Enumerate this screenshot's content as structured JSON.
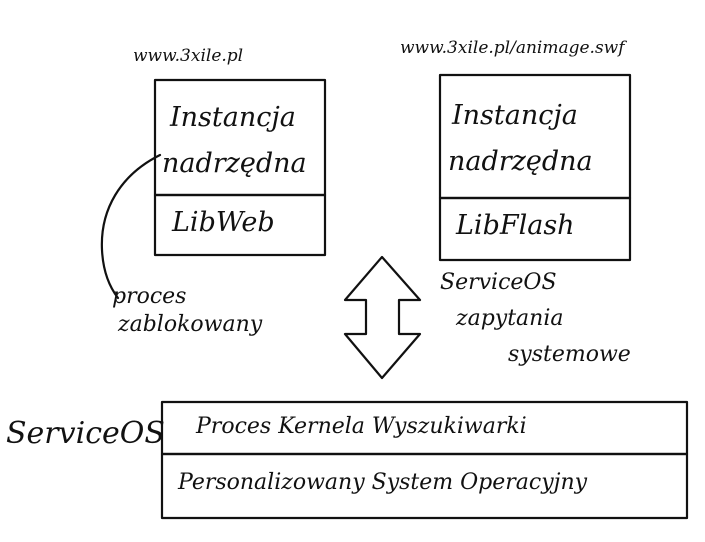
{
  "left_stack": {
    "url": "www.3xile.pl",
    "top_line1": "Instancja",
    "top_line2": "nadrzędna",
    "bottom": "LibWeb"
  },
  "right_stack": {
    "url": "www.3xile.pl/animage.swf",
    "top_line1": "Instancja",
    "top_line2": "nadrzędna",
    "bottom": "LibFlash"
  },
  "callout": {
    "line1": "proces",
    "line2": "zablokowany"
  },
  "arrow_label": {
    "line1": "ServiceOS",
    "line2": "zapytania",
    "line3": "systemowe"
  },
  "bottom_stack": {
    "side_label": "ServiceOS",
    "top": "Proces Kernela Wyszukiwarki",
    "bottom": "Personalizowany System Operacyjny"
  }
}
